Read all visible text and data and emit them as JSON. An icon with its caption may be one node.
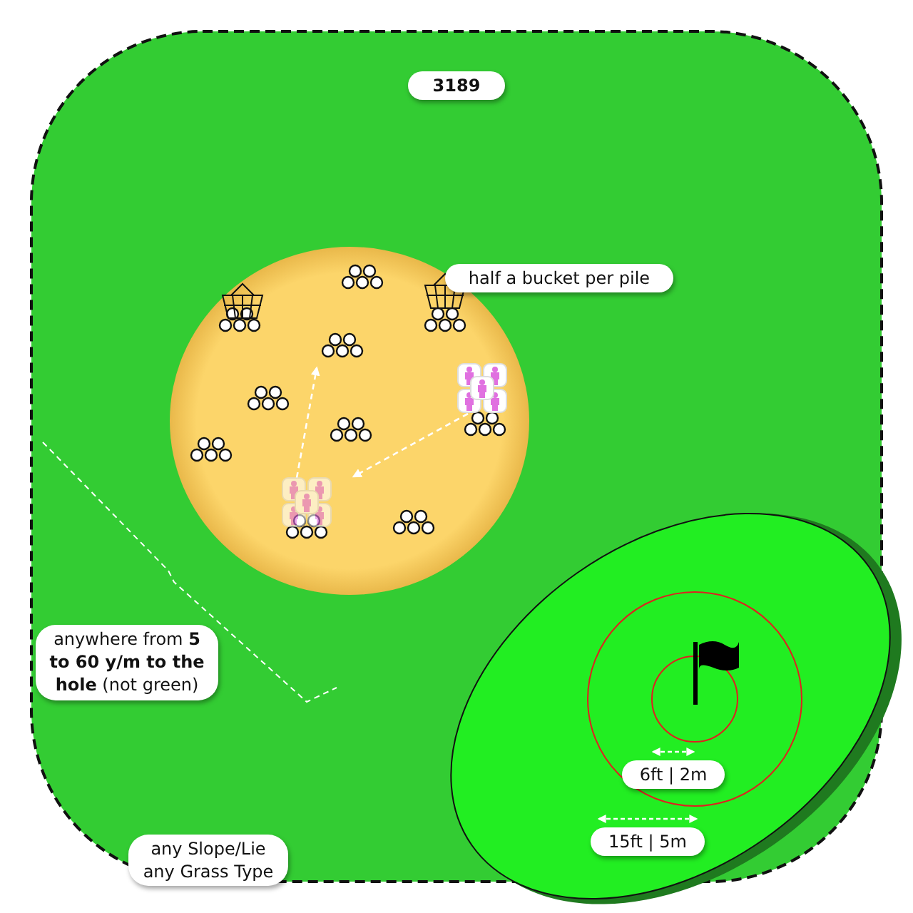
{
  "diagram": {
    "labels": [
      "3189",
      "half a bucket per pile",
      "anywhere from **5 to 60 y/m to the hole** (not green)",
      "any Slope/Lie any Grass Type",
      "6ft | 2m",
      "15ft | 5m"
    ]
  }
}
